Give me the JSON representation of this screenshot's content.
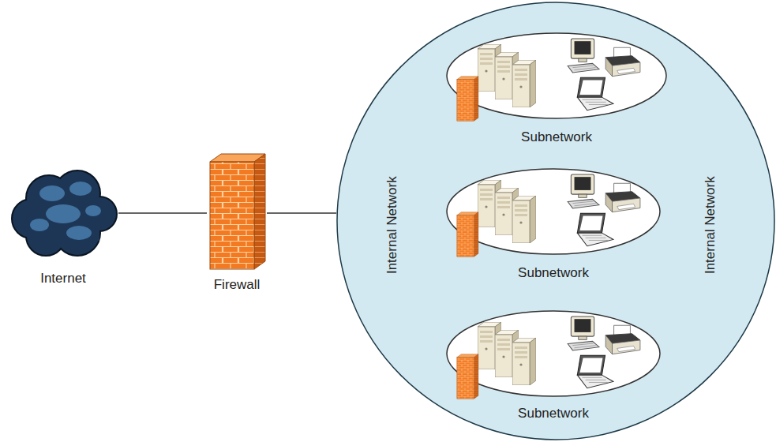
{
  "diagram": {
    "nodes": [
      {
        "text": [
          "Internet"
        ]
      },
      {
        "text": [
          "Firewall"
        ]
      },
      {
        "text": [
          "Internal Network",
          "Internal Network"
        ]
      },
      {
        "text": [
          "Subnetwork"
        ],
        "in": 2
      },
      {
        "text": [
          "Subnetwork"
        ],
        "in": 2
      },
      {
        "text": [
          "Subnetwork"
        ],
        "in": 2
      }
    ],
    "edges": [
      {
        "from": 0,
        "to": 1,
        "arrow": "none"
      },
      {
        "from": 1,
        "to": 2,
        "arrow": "none"
      }
    ]
  }
}
